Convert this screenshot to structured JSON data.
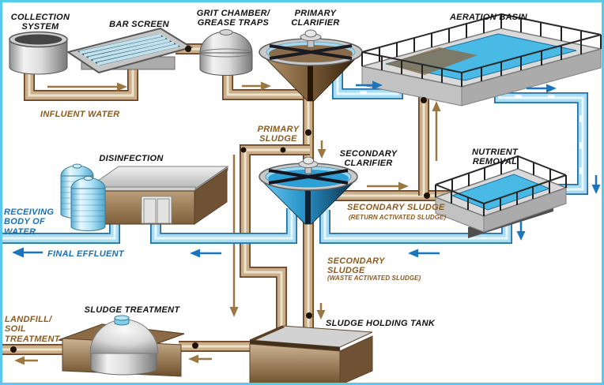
{
  "stages": {
    "collection_system": "COLLECTION\nSYSTEM",
    "bar_screen": "BAR SCREEN",
    "grit_chamber": "GRIT CHAMBER/\nGREASE TRAPS",
    "primary_clarifier": "PRIMARY\nCLARIFIER",
    "aeration_basin": "AERATION BASIN",
    "secondary_clarifier": "SECONDARY\nCLARIFIER",
    "nutrient_removal": "NUTRIENT\nREMOVAL",
    "disinfection": "DISINFECTION",
    "sludge_treatment": "SLUDGE TREATMENT",
    "sludge_holding_tank": "SLUDGE HOLDING TANK"
  },
  "flows": {
    "influent_water": "INFLUENT WATER",
    "primary_sludge": "PRIMARY\nSLUDGE",
    "secondary_sludge_return": "SECONDARY SLUDGE",
    "secondary_sludge_return_sub": "(RETURN ACTIVATED SLUDGE)",
    "secondary_sludge_waste": "SECONDARY\nSLUDGE",
    "secondary_sludge_waste_sub": "(WASTE ACTIVATED SLUDGE)",
    "final_effluent": "FINAL EFFLUENT",
    "receiving_body": "RECEIVING\nBODY OF\nWATER",
    "landfill": "LANDFILL/\nSOIL\nTREATMENT"
  },
  "colors": {
    "water_pipe": "#2070A8",
    "sludge_pipe": "#C9B08A",
    "label_blue": "#1A6FB5",
    "label_brown": "#8B5A1E",
    "label_black": "#111111",
    "border": "#5BC8EE",
    "basin_water": "#49B9E6"
  }
}
